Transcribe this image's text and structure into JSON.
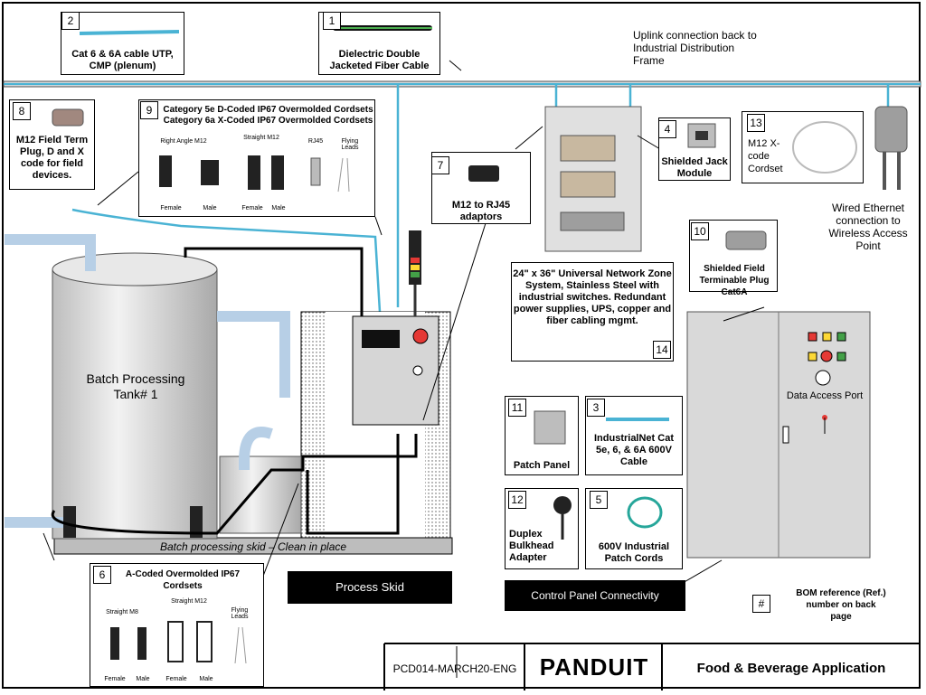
{
  "callouts": {
    "c1": {
      "num": "1",
      "label": "Dielectric Double Jacketed Fiber Cable"
    },
    "c2": {
      "num": "2",
      "label": "Cat 6 & 6A cable UTP, CMP (plenum)"
    },
    "c3": {
      "num": "3",
      "label": "IndustrialNet Cat 5e, 6, & 6A 600V Cable"
    },
    "c4": {
      "num": "4",
      "label": "Shielded Jack Module"
    },
    "c5": {
      "num": "5",
      "label": "600V Industrial Patch Cords"
    },
    "c6": {
      "num": "6",
      "label": "A-Coded Overmolded IP67 Cordsets",
      "straight_m8": "Straight M8",
      "straight_m12": "Straight M12",
      "flying": "Flying Leads",
      "female": "Female",
      "male": "Male"
    },
    "c7": {
      "num": "7",
      "label": "M12 to RJ45 adaptors"
    },
    "c8": {
      "num": "8",
      "label": "M12 Field Term Plug, D and X code for field devices."
    },
    "c9": {
      "num": "9",
      "label1": "Category 5e D-Coded IP67 Overmolded Cordsets",
      "label2": "Category 6a X-Coded IP67 Overmolded Cordsets",
      "right_angle": "Right Angle M12",
      "straight_m12": "Straight M12",
      "rj45": "RJ45",
      "flying": "Flying Leads",
      "female": "Female",
      "male": "Male"
    },
    "c10": {
      "num": "10",
      "label": "Shielded Field Terminable Plug Cat6A"
    },
    "c11": {
      "num": "11",
      "label": "Patch Panel"
    },
    "c12": {
      "num": "12",
      "label": "Duplex Bulkhead Adapter"
    },
    "c13": {
      "num": "13",
      "label": "M12 X-code Cordset"
    },
    "c14": {
      "num": "14",
      "label": "24\" x 36\" Universal Network Zone System, Stainless Steel with industrial switches. Redundant power supplies, UPS, copper and fiber cabling mgmt."
    }
  },
  "labels": {
    "uplink": "Uplink connection back to Industrial Distribution Frame",
    "wired_ethernet": "Wired Ethernet connection to Wireless Access Point",
    "tank": "Batch Processing Tank# 1",
    "skid": "Batch processing skid – Clean in place",
    "process_skid": "Process Skid",
    "control_panel": "Control Panel Connectivity",
    "data_access": "Data Access Port",
    "bom_symbol": "#",
    "bom_text": "BOM reference (Ref.) number on back page",
    "doc_id": "PCD014-MARCH20-ENG",
    "logo": "PANDUIT",
    "app": "Food & Beverage Application"
  },
  "colors": {
    "cable": "#4ab3d4",
    "tank": "#d9d9d9",
    "dark": "#000000"
  }
}
